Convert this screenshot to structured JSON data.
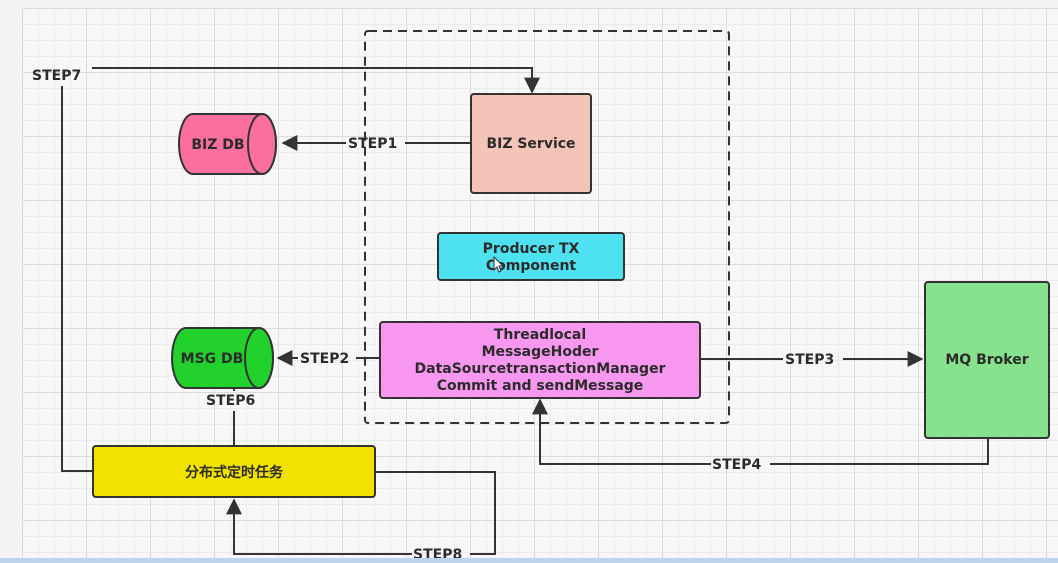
{
  "diagram": {
    "container": {
      "style": "dashed",
      "label": ""
    },
    "nodes": {
      "biz_db": {
        "label": "BIZ DB",
        "shape": "cylinder",
        "color": "#fb6ea0"
      },
      "biz_service": {
        "label": "BIZ Service",
        "shape": "rectangle",
        "color": "#f4c4b8"
      },
      "producer_tx": {
        "lines": [
          "Producer TX",
          "Component"
        ],
        "shape": "rectangle",
        "color": "#4ee1f0"
      },
      "thread_box": {
        "lines": [
          "Threadlocal",
          "MessageHoder",
          "DataSourcetransactionManager",
          "Commit and sendMessage"
        ],
        "shape": "rectangle",
        "color": "#f797ef"
      },
      "msg_db": {
        "label": "MSG DB",
        "shape": "cylinder",
        "color": "#22d12c"
      },
      "mq_broker": {
        "label": "MQ Broker",
        "shape": "rectangle",
        "color": "#86e28c"
      },
      "scheduler": {
        "label": "分布式定时任务",
        "shape": "rectangle",
        "color": "#f2e200"
      }
    },
    "edges": [
      {
        "label": "STEP1",
        "from": "biz_service",
        "to": "biz_db"
      },
      {
        "label": "STEP2",
        "from": "thread_box",
        "to": "msg_db"
      },
      {
        "label": "STEP3",
        "from": "thread_box",
        "to": "mq_broker"
      },
      {
        "label": "STEP4",
        "from": "mq_broker",
        "to": "thread_box"
      },
      {
        "label": "STEP6",
        "from": "msg_db",
        "to": "scheduler"
      },
      {
        "label": "STEP7",
        "from": "scheduler",
        "to": "biz_service"
      },
      {
        "label": "STEP8",
        "from": "scheduler",
        "to": "scheduler"
      }
    ]
  }
}
